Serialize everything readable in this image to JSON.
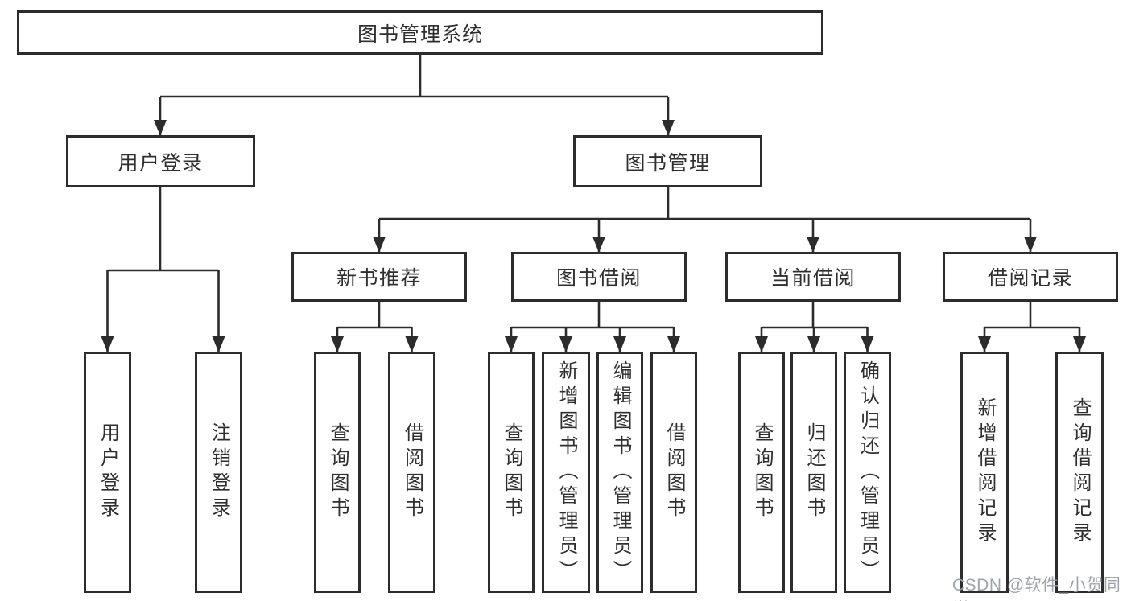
{
  "tree": {
    "root": "图书管理系统",
    "login_branch": {
      "label": "用户登录",
      "children": [
        "用户登录",
        "注销登录"
      ]
    },
    "mgmt_branch": {
      "label": "图书管理",
      "sections": [
        {
          "label": "新书推荐",
          "children": [
            "查询图书",
            "借阅图书"
          ]
        },
        {
          "label": "图书借阅",
          "children": [
            "查询图书",
            "新增图书（管理员）",
            "编辑图书（管理员）",
            "借阅图书"
          ]
        },
        {
          "label": "当前借阅",
          "children": [
            "查询图书",
            "归还图书",
            "确认归还（管理员）"
          ]
        },
        {
          "label": "借阅记录",
          "children": [
            "新增借阅记录",
            "查询借阅记录"
          ]
        }
      ]
    },
    "watermark": "CSDN @软件_小贺同学"
  },
  "colors": {
    "line": "#2c2c2c",
    "text": "#2f2f2f",
    "box_background": "#ffffff",
    "watermark": "#9aa0a8",
    "page_background": "#ffffff"
  }
}
